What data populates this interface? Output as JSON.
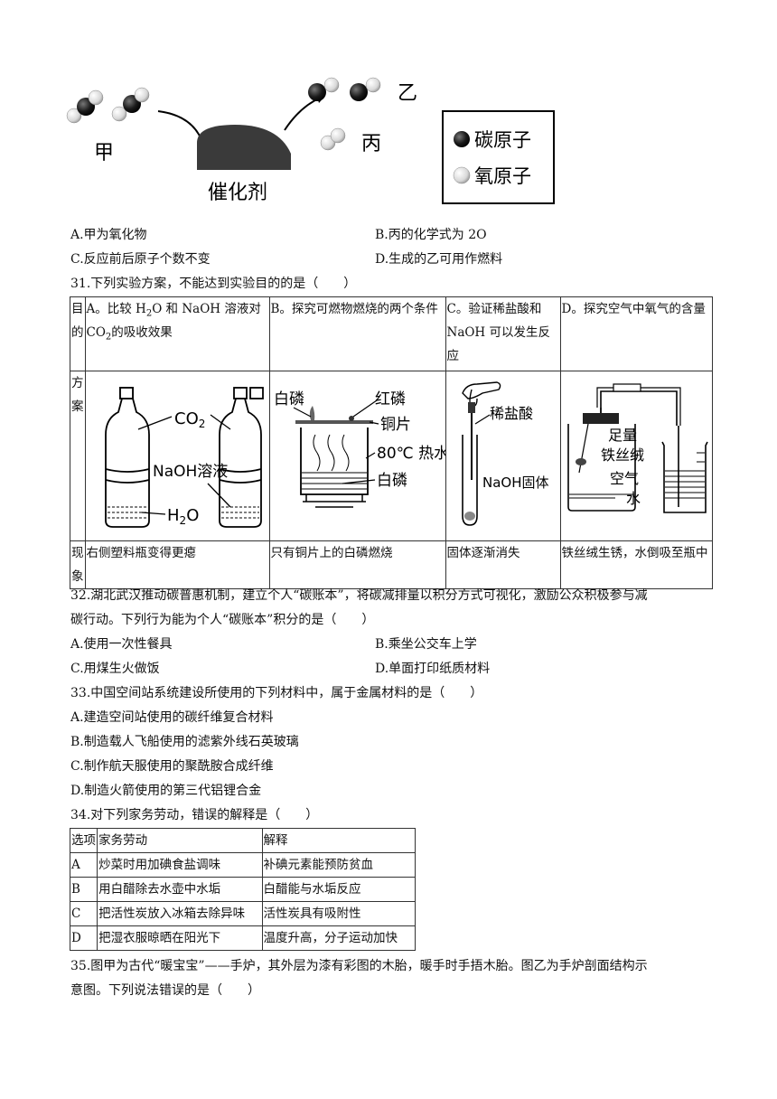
{
  "figure30": {
    "label_jia": "甲",
    "label_yi": "乙",
    "label_bing": "丙",
    "catalyst": "催化剂",
    "legend_carbon": "碳原子",
    "legend_oxygen": "氧原子"
  },
  "q30_options": {
    "a": "A.甲为氧化物",
    "b": "B.丙的化学式为 2O",
    "c": "C.反应前后原子个数不变",
    "d": "D.生成的乙可用作燃料"
  },
  "q31": {
    "stem": "31.下列实验方案，不能达到实验目的的是（　　）",
    "row_purpose": "目的",
    "row_plan": "方案",
    "row_phenomenon": "现象",
    "purpose_a_1": "A。比较 H",
    "purpose_a_2": "O 和 NaOH 溶液对",
    "purpose_a_3": "CO",
    "purpose_a_4": "的吸收效果",
    "purpose_b": "B。探究可燃物燃烧的两个条件",
    "purpose_c": "C。验证稀盐酸和 NaOH 可以发生反应",
    "purpose_d": "D。探究空气中氧气的含量",
    "sub2": "2",
    "fig_a": {
      "co2": "CO",
      "co2_sub": "2",
      "naoh": "NaOH溶液",
      "h2o": "H",
      "h2o_sub": "2",
      "h2o_o": "O"
    },
    "fig_b": {
      "white_p": "白磷",
      "red_p": "红磷",
      "copper": "铜片",
      "hot_water": "80℃ 热水",
      "white_p2": "白磷"
    },
    "fig_c": {
      "hcl": "稀盐酸",
      "naoh_solid": "NaOH固体"
    },
    "fig_d": {
      "enough": "足量",
      "steel_wool": "铁丝绒",
      "air": "空气",
      "water": "水"
    },
    "phen_a": "右侧塑料瓶变得更瘪",
    "phen_b": "只有铜片上的白磷燃烧",
    "phen_c": "固体逐渐消失",
    "phen_d": "铁丝绒生锈，水倒吸至瓶中"
  },
  "q32": {
    "stem_1": "32.湖北武汉推动碳普惠机制，建立个人“碳账本”，将碳减排量以积分方式可视化，激励公众积极参与减",
    "stem_2": "碳行动。下列行为能为个人“碳账本”积分的是（　　）",
    "a": "A.使用一次性餐具",
    "b": "B.乘坐公交车上学",
    "c": "C.用煤生火做饭",
    "d": "D.单面打印纸质材料"
  },
  "q33": {
    "stem": "33.中国空间站系统建设所使用的下列材料中，属于金属材料的是（　　）",
    "a": "A.建造空间站使用的碳纤维复合材料",
    "b": "B.制造载人飞船使用的滤紫外线石英玻璃",
    "c": "C.制作航天服使用的聚酰胺合成纤维",
    "d": "D.制造火箭使用的第三代铝锂合金"
  },
  "q34": {
    "stem": "34.对下列家务劳动，错误的解释是（　　）",
    "headers": [
      "选项",
      "家务劳动",
      "解释"
    ],
    "rows": [
      [
        "A",
        "炒菜时用加碘食盐调味",
        "补碘元素能预防贫血"
      ],
      [
        "B",
        "用白醋除去水壶中水垢",
        "白醋能与水垢反应"
      ],
      [
        "C",
        "把活性炭放入冰箱去除异味",
        "活性炭具有吸附性"
      ],
      [
        "D",
        "把湿衣服晾晒在阳光下",
        "温度升高，分子运动加快"
      ]
    ]
  },
  "q35": {
    "stem_1": "35.图甲为古代“暖宝宝”——手炉，其外层为漆有彩图的木胎，暖手时手捂木胎。图乙为手炉剖面结构示",
    "stem_2": "意图。下列说法错误的是（　　）"
  }
}
